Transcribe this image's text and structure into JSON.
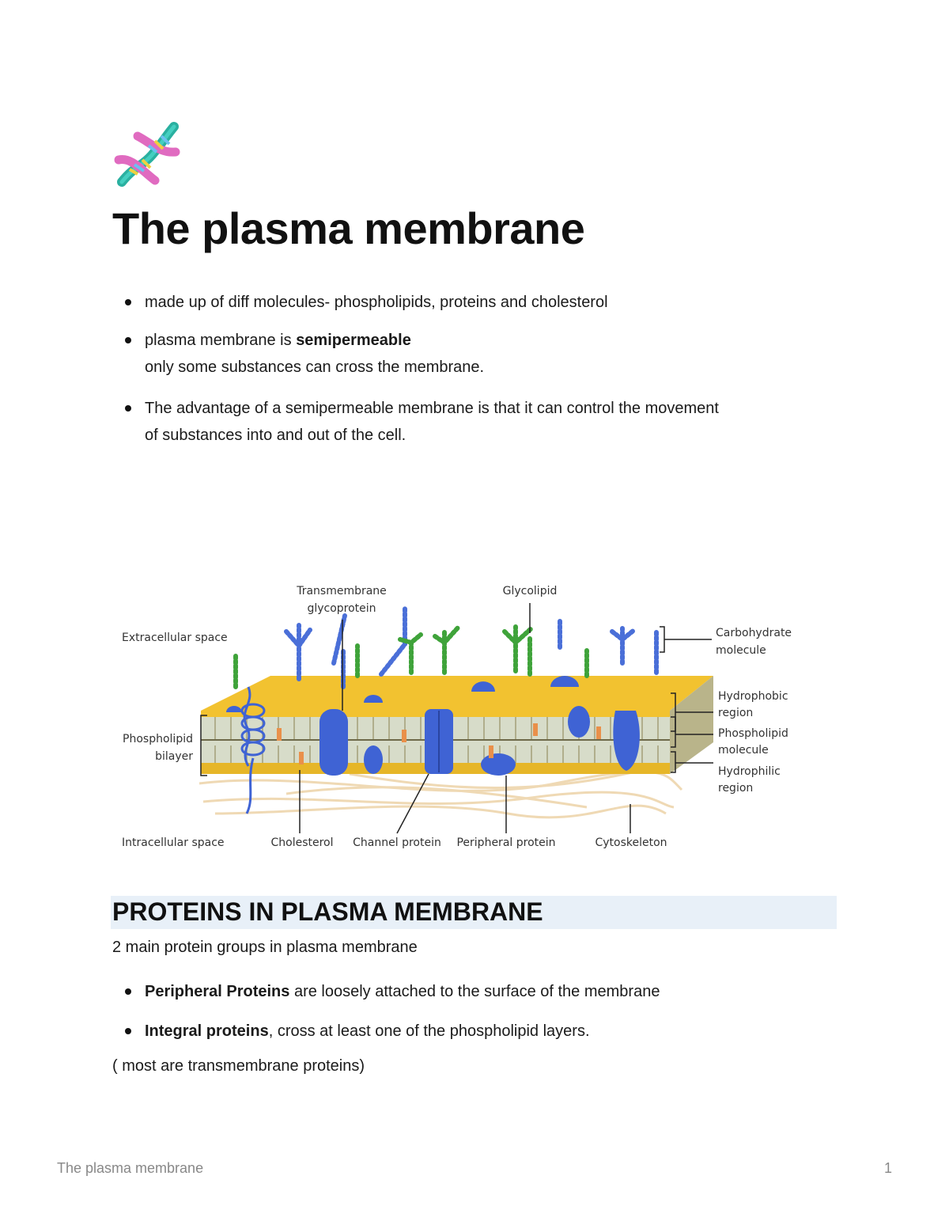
{
  "header": {
    "icon": "dna-icon",
    "title": "The plasma membrane"
  },
  "intro_bullets": [
    {
      "text": "made up of diff molecules- phospholipids, proteins and cholesterol"
    },
    {
      "prefix": "plasma membrane is ",
      "bold": "semipermeable",
      "line2": "only some substances can cross the membrane."
    },
    {
      "line1": "The advantage of a semipermeable membrane is that it can control the movement",
      "line2": "of substances into and out of the cell."
    }
  ],
  "diagram": {
    "labels": {
      "transmembrane_1": "Transmembrane",
      "transmembrane_2": "glycoprotein",
      "glycolipid": "Glycolipid",
      "extracellular": "Extracellular space",
      "carbohydrate_1": "Carbohydrate",
      "carbohydrate_2": "molecule",
      "hydrophobic_1": "Hydrophobic",
      "hydrophobic_2": "region",
      "phospholipid_bilayer_1": "Phospholipid",
      "phospholipid_bilayer_2": "bilayer",
      "phospholipid_molecule_1": "Phospholipid",
      "phospholipid_molecule_2": "molecule",
      "hydrophilic_1": "Hydrophilic",
      "hydrophilic_2": "region",
      "intracellular": "Intracellular space",
      "cholesterol": "Cholesterol",
      "channel_protein": "Channel protein",
      "peripheral_protein": "Peripheral protein",
      "cytoskeleton": "Cytoskeleton"
    },
    "colors": {
      "head": "#f2c230",
      "protein": "#3f63d4",
      "carb_blue": "#4a6fd8",
      "carb_green": "#3fa33a",
      "fiber": "#efd9b4"
    }
  },
  "section": {
    "heading": "PROTEINS IN PLASMA MEMBRANE",
    "intro": "2 main protein groups in plasma membrane",
    "bullets": [
      {
        "bold": "Peripheral Proteins",
        "rest": " are loosely attached to the surface of the membrane"
      },
      {
        "bold": "Integral proteins",
        "rest": ", cross at least one of the phospholipid layers."
      }
    ],
    "note": "( most are transmembrane proteins)"
  },
  "footer": {
    "title": "The plasma membrane",
    "page": "1"
  }
}
